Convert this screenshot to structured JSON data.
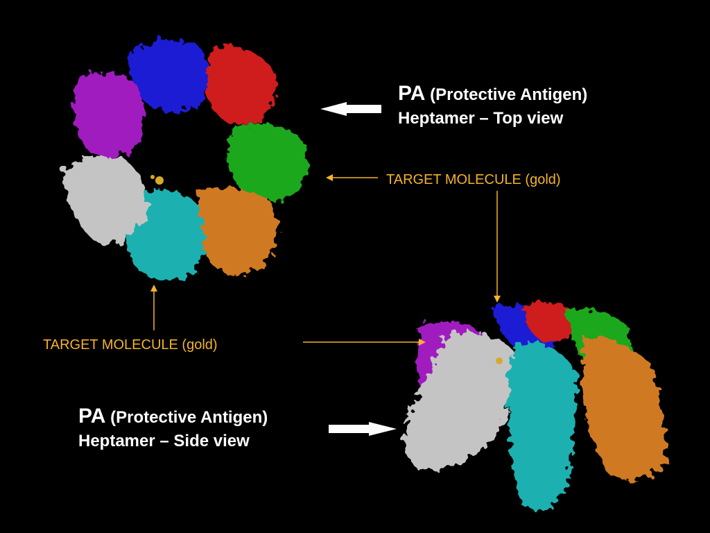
{
  "slide": {
    "top_label": {
      "pa": "PA",
      "paren": "(Protective Antigen)",
      "line2": "Heptamer – Top view"
    },
    "side_label": {
      "pa": "PA",
      "paren": "(Protective Antigen)",
      "line2": "Heptamer – Side view"
    },
    "target_top": "TARGET MOLECULE (gold)",
    "target_bottom": "TARGET MOLECULE (gold)",
    "colors": {
      "background": "#000000",
      "label_text": "#ffffff",
      "target_text": "#f5b32a",
      "subunits": [
        "#1a1ad4",
        "#d41a1a",
        "#1fa81f",
        "#d47a1f",
        "#1fb3b3",
        "#c8c8c8",
        "#a21fc0"
      ],
      "target_molecule": "#d4aa2a"
    }
  }
}
